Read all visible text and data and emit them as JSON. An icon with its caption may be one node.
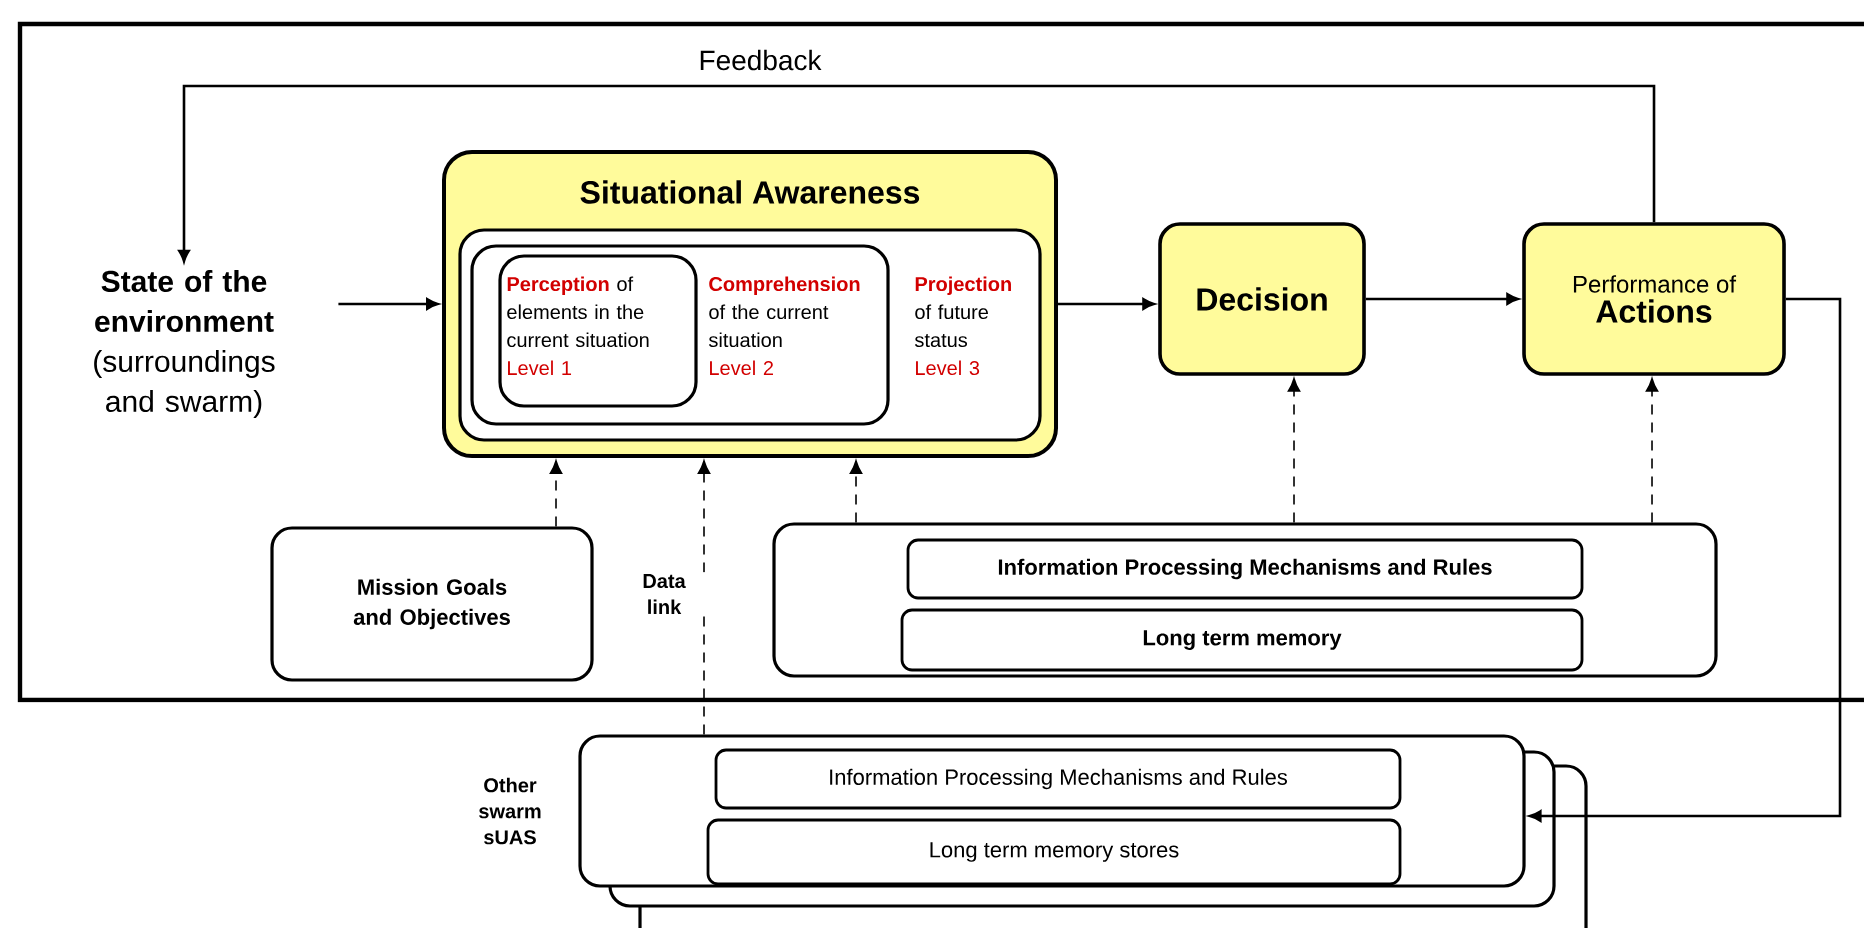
{
  "diagram": {
    "nodes": [
      {
        "text": [
          "State of the environment",
          "(surroundings and swarm)"
        ]
      },
      {
        "text": [
          "Situational Awareness"
        ]
      },
      {
        "text": [
          "Projection",
          "of future status",
          "Level 3"
        ],
        "in": 1
      },
      {
        "text": [
          "Comprehension",
          "of the current situation",
          "Level 2"
        ],
        "in": 2
      },
      {
        "text": [
          "Perception",
          "of elements in the current situation",
          "Level 1"
        ],
        "in": 3
      },
      {
        "text": [
          "Decision"
        ]
      },
      {
        "text": [
          "Performance of",
          "Actions"
        ]
      },
      {
        "text": [
          "Mission Goals and Objectives"
        ]
      },
      {
        "text": [],
        "shape": "box"
      },
      {
        "text": [
          "Information Processing Mechanisms and Rules"
        ],
        "in": 8
      },
      {
        "text": [
          "Long term memory"
        ],
        "in": 8
      },
      {
        "text": [],
        "shape": "box",
        "beside": [
          "Other swarm sUAS"
        ]
      },
      {
        "text": [
          "Information Processing Mechanisms and Rules"
        ],
        "in": 11
      },
      {
        "text": [
          "Long term memory stores"
        ],
        "in": 11
      }
    ],
    "edges": [
      {
        "from": 0,
        "to": 1,
        "arrow": "to"
      },
      {
        "from": 1,
        "to": 5,
        "arrow": "to"
      },
      {
        "from": 5,
        "to": 6,
        "arrow": "to"
      },
      {
        "from": 6,
        "to": 0,
        "arrow": "to",
        "label": "Feedback"
      },
      {
        "from": 6,
        "to": 11,
        "arrow": "to"
      },
      {
        "from": 7,
        "to": 1,
        "arrow": "to",
        "style": "dashed"
      },
      {
        "from": 11,
        "to": 1,
        "arrow": "to",
        "style": "dashed",
        "label": "Data link"
      },
      {
        "from": 8,
        "to": 1,
        "arrow": "to",
        "style": "dashed"
      },
      {
        "from": 8,
        "to": 5,
        "arrow": "to",
        "style": "dashed"
      },
      {
        "from": 8,
        "to": 6,
        "arrow": "to",
        "style": "dashed"
      }
    ]
  }
}
